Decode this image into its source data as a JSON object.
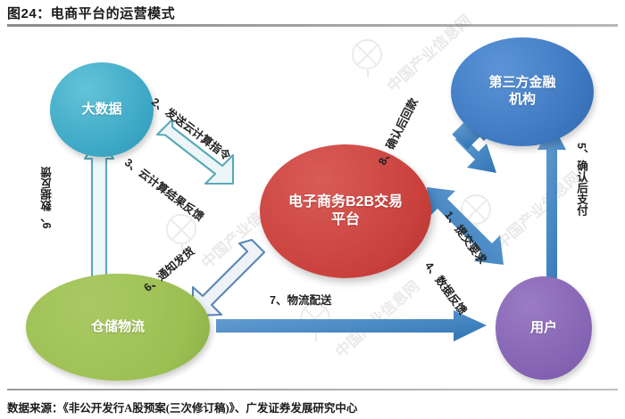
{
  "figure": {
    "title": "图24：电商平台的运营模式",
    "source": "数据来源：《非公开发行A股预案(三次修订稿)》、广发证券发展研究中心"
  },
  "nodes": [
    {
      "id": "bigdata",
      "label": "大数据",
      "color": "#3aa6c4"
    },
    {
      "id": "finance",
      "label": "第三方金融\n机构",
      "line1": "第三方金融",
      "line2": "机构",
      "color": "#3c76bf"
    },
    {
      "id": "platform",
      "line1": "电子商务B2B交易",
      "line2": "平台",
      "color": "#c9403c"
    },
    {
      "id": "logistics",
      "label": "仓储物流",
      "color": "#9bbf52"
    },
    {
      "id": "user",
      "label": "用户",
      "color": "#8463b3"
    }
  ],
  "flows": [
    {
      "num": "1、",
      "label": "提交要求",
      "text": "1、提交要求",
      "from": "user",
      "to": "platform",
      "color": "#2f74b5"
    },
    {
      "num": "2、",
      "label": "发送云计算指令",
      "text": "2、发送云计算指令",
      "from": "platform",
      "to": "bigdata",
      "color": "#5aa8b8"
    },
    {
      "num": "3、",
      "label": "云计算结果反馈",
      "text": "3、云计算结果反馈",
      "from": "bigdata",
      "to": "platform",
      "color": "#5aa8b8"
    },
    {
      "num": "4、",
      "label": "数据反馈",
      "text": "4、数据反馈",
      "from": "platform",
      "to": "user",
      "color": "#2f74b5"
    },
    {
      "num": "5、",
      "label": "确认后支付",
      "text": "5、确认后支付",
      "from": "user",
      "to": "finance",
      "color": "#2f74b5"
    },
    {
      "num": "6、",
      "label": "通知发货",
      "text": "6、通知发货",
      "from": "platform",
      "to": "logistics",
      "color": "#5a87b5"
    },
    {
      "num": "7、",
      "label": "物流配送",
      "text": "7、物流配送",
      "from": "logistics",
      "to": "user",
      "color": "#2f74b5"
    },
    {
      "num": "8、",
      "label": "确认后回款",
      "text": "8、确认后回款",
      "from": "finance",
      "to": "platform",
      "color": "#2f74b5"
    },
    {
      "num": "9、",
      "label": "数据反馈",
      "text": "9、数据反馈",
      "from": "logistics",
      "to": "bigdata",
      "color": "#5aa8b8"
    }
  ],
  "watermark": {
    "text": "中国产业信息网"
  }
}
